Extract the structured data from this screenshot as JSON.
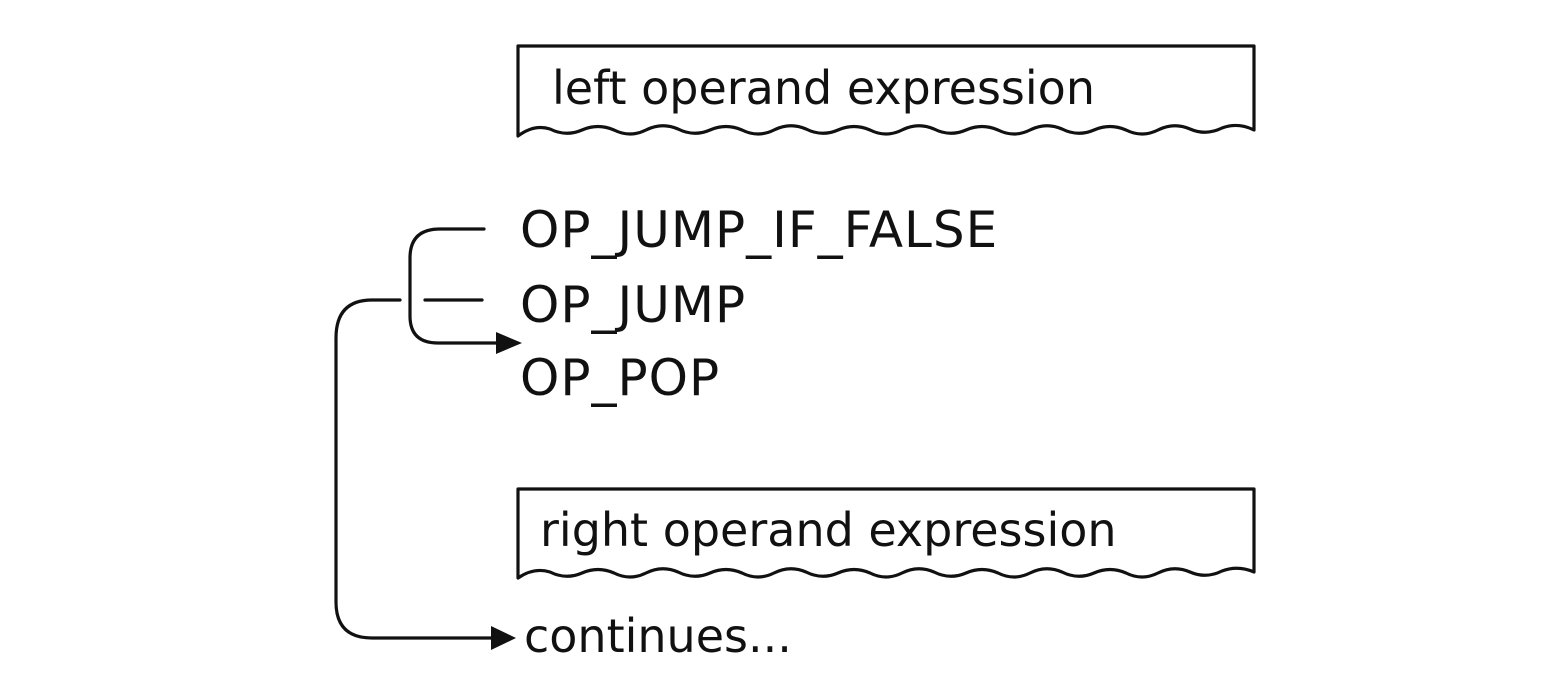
{
  "diagram": {
    "left_operand": "left operand expression",
    "right_operand": "right operand expression",
    "instructions": [
      "OP_JUMP_IF_FALSE",
      "OP_JUMP",
      "OP_POP"
    ],
    "continues": "continues..."
  },
  "colors": {
    "ink": "#111111",
    "background": "#ffffff"
  }
}
